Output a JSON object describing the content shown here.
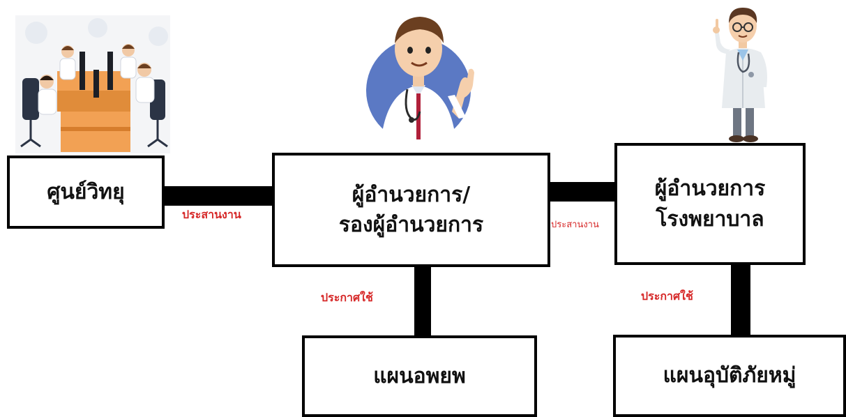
{
  "nodes": {
    "radio_center": "ศูนย์วิทยุ",
    "director_line1": "ผู้อำนวยการ/",
    "director_line2": "รองผู้อำนวยการ",
    "hospital_director_line1": "ผู้อำนวยการ",
    "hospital_director_line2": "โรงพยาบาล",
    "evacuation_plan": "แผนอพยพ",
    "mass_casualty_plan": "แผนอุบัติภัยหมู่"
  },
  "edges": {
    "coordinate_left": "ประสานงาน",
    "coordinate_right": "ประสานงาน",
    "announce_left": "ประกาศใช้",
    "announce_right": "ประกาศใช้"
  },
  "colors": {
    "edge_label": "#d62828",
    "box_border": "#000000",
    "connector": "#000000",
    "avatar_circle": "#5b79c4"
  },
  "illustrations": {
    "call_center": "call-center-operators-image",
    "director_avatar": "doctor-thumbs-up-avatar",
    "hospital_doctor": "doctor-pointing-figure"
  }
}
